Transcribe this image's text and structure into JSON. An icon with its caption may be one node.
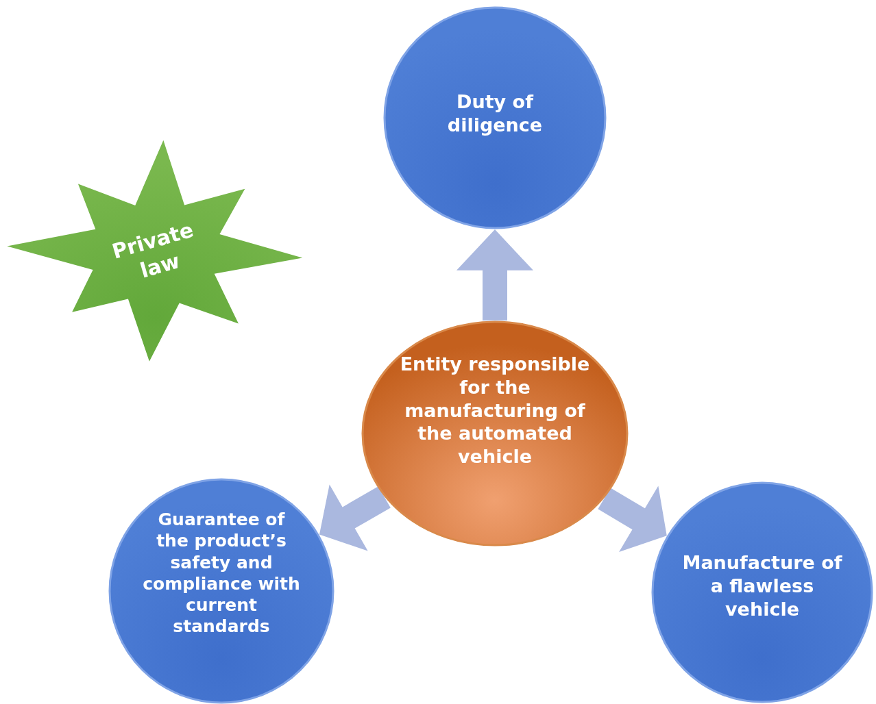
{
  "diagram": {
    "nodes": [
      {
        "text": [
          "Duty of diligence"
        ]
      },
      {
        "text": [
          "Private law"
        ]
      },
      {
        "text": [
          "Entity responsible for the manufacturing of the automated vehicle"
        ]
      },
      {
        "text": [
          "Guarantee of the product’s safety and compliance with current standards"
        ]
      },
      {
        "text": [
          "Manufacture of a flawless vehicle"
        ]
      }
    ],
    "edges": [
      {
        "from": 2,
        "to": 0,
        "arrow": "to"
      },
      {
        "from": 2,
        "to": 3,
        "arrow": "to"
      },
      {
        "from": 2,
        "to": 4,
        "arrow": "to"
      }
    ]
  }
}
